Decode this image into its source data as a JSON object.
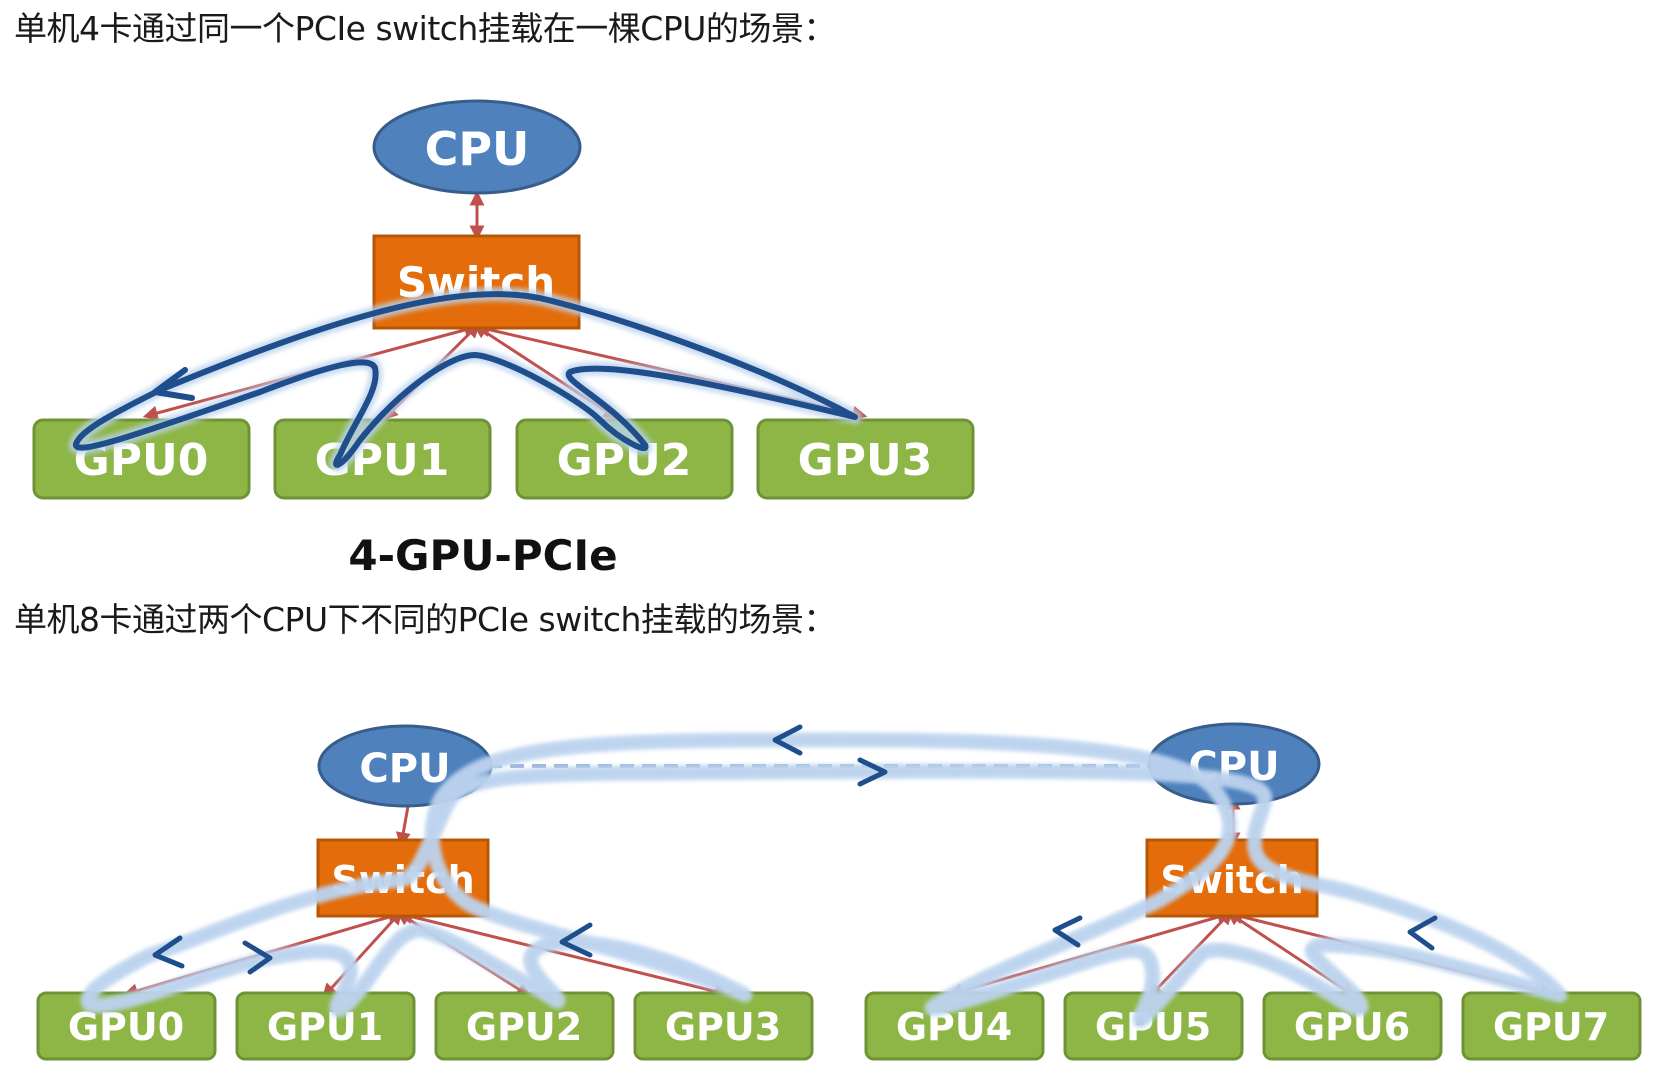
{
  "headings": {
    "four_gpu": "单机4卡通过同一个PCIe switch挂载在一棵CPU的场景：",
    "eight_gpu": "单机8卡通过两个CPU下不同的PCIe switch挂载的场景："
  },
  "diagram1": {
    "cpu": "CPU",
    "switch": "Switch",
    "gpus": [
      "GPU0",
      "GPU1",
      "GPU2",
      "GPU3"
    ],
    "caption": "4-GPU-PCIe"
  },
  "diagram2": {
    "cpu_left": "CPU",
    "cpu_right": "CPU",
    "switch_left": "Switch",
    "switch_right": "Switch",
    "gpus_left": [
      "GPU0",
      "GPU1",
      "GPU2",
      "GPU3"
    ],
    "gpus_right": [
      "GPU4",
      "GPU5",
      "GPU6",
      "GPU7"
    ]
  },
  "colors": {
    "cpu": "#4f81bd",
    "switch": "#e46c0a",
    "gpu": "#8db646",
    "pcie_link": "#c0504d",
    "ring_path": "#1f4e8c"
  }
}
